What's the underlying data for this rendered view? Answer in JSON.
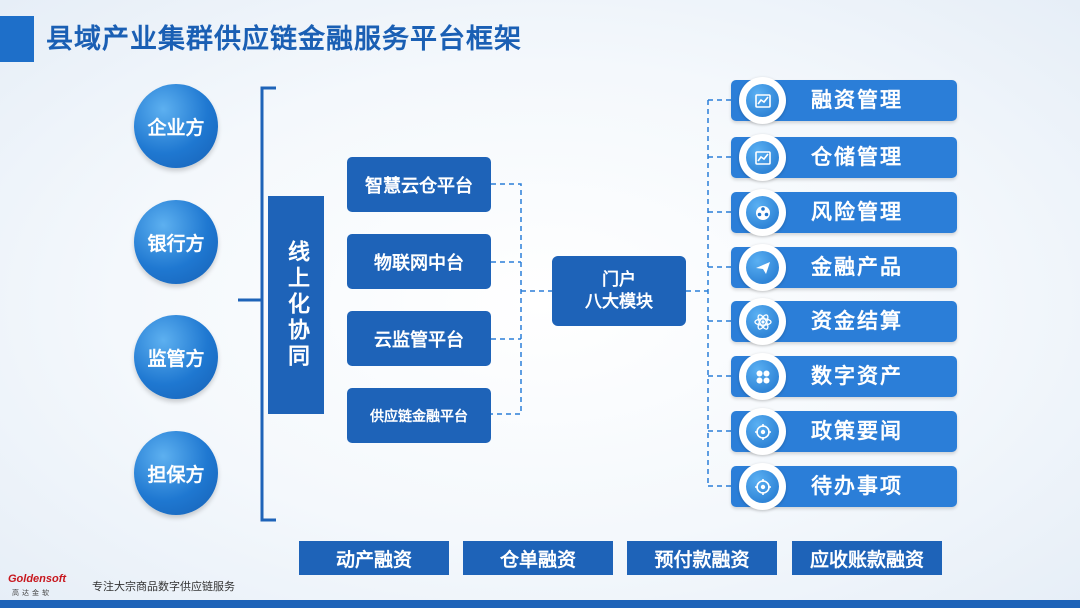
{
  "title": "县域产业集群供应链金融服务平台框架",
  "parties": [
    "企业方",
    "银行方",
    "监管方",
    "担保方"
  ],
  "online_label": "线上化协同",
  "platforms": [
    "智慧云仓平台",
    "物联网中台",
    "云监管平台",
    "供应链金融平台"
  ],
  "portal": {
    "line1": "门户",
    "line2": "八大模块"
  },
  "modules": [
    {
      "label": "融资管理",
      "icon": "chart-icon"
    },
    {
      "label": "仓储管理",
      "icon": "chart-icon"
    },
    {
      "label": "风险管理",
      "icon": "film-reel-icon"
    },
    {
      "label": "金融产品",
      "icon": "send-icon"
    },
    {
      "label": "资金结算",
      "icon": "atom-icon"
    },
    {
      "label": "数字资产",
      "icon": "grid-icon"
    },
    {
      "label": "政策要闻",
      "icon": "target-icon"
    },
    {
      "label": "待办事项",
      "icon": "target-icon"
    }
  ],
  "finance_products": [
    "动产融资",
    "仓单融资",
    "预付款融资",
    "应收账款融资"
  ],
  "footer": {
    "logo": "Goldensoft",
    "logo_cn": "高达金软",
    "slogan": "专注大宗商品数字供应链服务"
  },
  "colors": {
    "primary": "#1e63b8",
    "module": "#2b7ed8",
    "title": "#1a5fb4",
    "logo": "#c8171e"
  }
}
